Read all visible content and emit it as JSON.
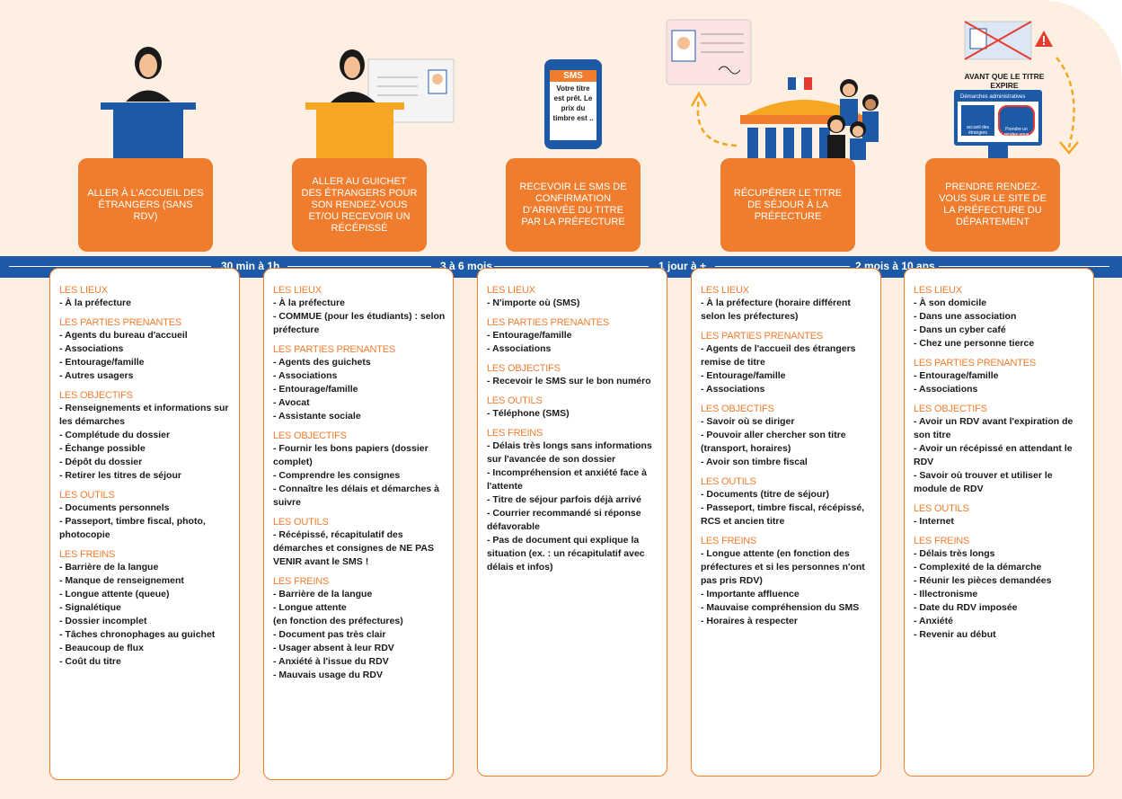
{
  "colors": {
    "orange": "#f07d2e",
    "blue": "#1c5aa8",
    "background": "#fdf0e3",
    "dark": "#1a1a1a"
  },
  "icons": [
    "agent-at-desk-icon",
    "agent-with-document-icon",
    "sms-phone-icon",
    "residence-card-icon",
    "prefecture-building-icon",
    "french-flag-icon",
    "people-group-icon",
    "website-screen-icon",
    "warning-icon"
  ],
  "illustrations": {
    "sms_title": "SMS",
    "sms_text": "Votre titre est prêt. Le prix du timbre est ..",
    "warning_label": "AVANT QUE LE TITRE EXPIRE",
    "website_header": "Démarches administratives",
    "website_tile_1": "accueil des étrangers",
    "website_tile_2": "Prendre un rendez-vous"
  },
  "steps": [
    "ALLER À L'ACCUEIL DES ÉTRANGERS (SANS RDV)",
    "ALLER AU GUICHET DES ÉTRANGERS POUR SON RENDEZ-VOUS ET/OU RECEVOIR UN RÉCÉPISSÉ",
    "RECEVOIR LE SMS DE CONFIRMATION D'ARRIVÉE DU TITRE PAR LA PRÉFECTURE",
    "RÉCUPÉRER LE TITRE DE SÉJOUR À LA PRÉFECTURE",
    "PRENDRE RENDEZ-VOUS SUR LE SITE DE LA PRÉFECTURE DU DÉPARTEMENT"
  ],
  "timeline": [
    "30 min à 1h",
    "3 à 6 mois",
    "1 jour à +",
    "2 mois à 10 ans"
  ],
  "columns": [
    {
      "sections": [
        {
          "title": "LES LIEUX",
          "items": [
            "- À la préfecture"
          ]
        },
        {
          "title": "LES PARTIES PRENANTES",
          "items": [
            "- Agents du bureau d'accueil",
            "- Associations",
            "- Entourage/famille",
            "- Autres usagers"
          ]
        },
        {
          "title": "LES OBJECTIFS",
          "items": [
            "- Renseignements et informations sur les démarches",
            "- Complétude du dossier",
            "- Échange possible",
            "- Dépôt du dossier",
            "- Retirer les titres de séjour"
          ]
        },
        {
          "title": "LES OUTILS",
          "items": [
            "- Documents personnels",
            "- Passeport, timbre fiscal, photo, photocopie"
          ]
        },
        {
          "title": "LES FREINS",
          "items": [
            "- Barrière de la langue",
            "- Manque de renseignement",
            "- Longue attente (queue)",
            "- Signalétique",
            "- Dossier incomplet",
            "- Tâches chronophages au guichet",
            "- Beaucoup de flux",
            "- Coût du titre"
          ]
        }
      ]
    },
    {
      "sections": [
        {
          "title": "LES LIEUX",
          "items": [
            "- À la préfecture",
            "- COMMUE (pour les étudiants) : selon préfecture"
          ]
        },
        {
          "title": "LES PARTIES PRENANTES",
          "items": [
            "- Agents des guichets",
            "- Associations",
            "- Entourage/famille",
            "- Avocat",
            "- Assistante sociale"
          ]
        },
        {
          "title": "LES OBJECTIFS",
          "items": [
            "- Fournir les bons papiers (dossier complet)",
            "- Comprendre les consignes",
            "- Connaître les délais et démarches à suivre"
          ]
        },
        {
          "title": "LES OUTILS",
          "items": [
            "- Récépissé, récapitulatif des démarches et consignes de NE PAS VENIR avant le SMS !"
          ]
        },
        {
          "title": "LES FREINS",
          "items": [
            "- Barrière de la langue",
            "- Longue attente",
            "(en fonction des préfectures)",
            "- Document pas très clair",
            "- Usager absent à leur RDV",
            "- Anxiété à l'issue du RDV",
            "- Mauvais usage du RDV"
          ]
        }
      ]
    },
    {
      "sections": [
        {
          "title": "LES LIEUX",
          "items": [
            "- N'importe où (SMS)"
          ]
        },
        {
          "title": "LES PARTIES PRENANTES",
          "items": [
            "- Entourage/famille",
            "- Associations"
          ]
        },
        {
          "title": "LES OBJECTIFS",
          "items": [
            "- Recevoir le SMS sur le bon numéro"
          ]
        },
        {
          "title": "LES OUTILS",
          "items": [
            "- Téléphone (SMS)"
          ]
        },
        {
          "title": "LES FREINS",
          "items": [
            "- Délais très longs sans informations sur l'avancée de son dossier",
            "- Incompréhension et anxiété face à l'attente",
            "- Titre de séjour parfois déjà arrivé",
            "- Courrier recommandé si réponse défavorable",
            "- Pas de document qui explique la situation (ex. : un récapitulatif avec délais et infos)"
          ]
        }
      ]
    },
    {
      "sections": [
        {
          "title": "LES LIEUX",
          "items": [
            "- À la préfecture (horaire différent selon les préfectures)"
          ]
        },
        {
          "title": "LES PARTIES PRENANTES",
          "items": [
            "- Agents de l'accueil des étrangers remise de titre",
            "- Entourage/famille",
            "- Associations"
          ]
        },
        {
          "title": "LES OBJECTIFS",
          "items": [
            "- Savoir où se diriger",
            "- Pouvoir aller chercher son titre (transport, horaires)",
            "- Avoir son timbre fiscal"
          ]
        },
        {
          "title": "LES OUTILS",
          "items": [
            "- Documents (titre de séjour)",
            "- Passeport, timbre fiscal, récépissé, RCS et ancien titre"
          ]
        },
        {
          "title": "LES FREINS",
          "items": [
            "- Longue attente (en fonction des préfectures et si les personnes n'ont pas pris RDV)",
            "- Importante affluence",
            "- Mauvaise compréhension du SMS",
            "- Horaires à respecter"
          ]
        }
      ]
    },
    {
      "sections": [
        {
          "title": "LES LIEUX",
          "items": [
            "- À son domicile",
            "- Dans une association",
            "- Dans un cyber café",
            "- Chez une personne tierce"
          ]
        },
        {
          "title": "LES PARTIES PRENANTES",
          "items": [
            "- Entourage/famille",
            "- Associations"
          ]
        },
        {
          "title": "LES OBJECTIFS",
          "items": [
            "- Avoir un RDV avant l'expiration de son titre",
            "- Avoir un récépissé en attendant le RDV",
            "- Savoir où trouver et utiliser le module de RDV"
          ]
        },
        {
          "title": "LES OUTILS",
          "items": [
            "- Internet"
          ]
        },
        {
          "title": "LES FREINS",
          "items": [
            "- Délais très longs",
            "- Complexité de la démarche",
            "- Réunir les pièces demandées",
            "- Illectronisme",
            "- Date du RDV imposée",
            "- Anxiété",
            "- Revenir au début"
          ]
        }
      ]
    }
  ]
}
